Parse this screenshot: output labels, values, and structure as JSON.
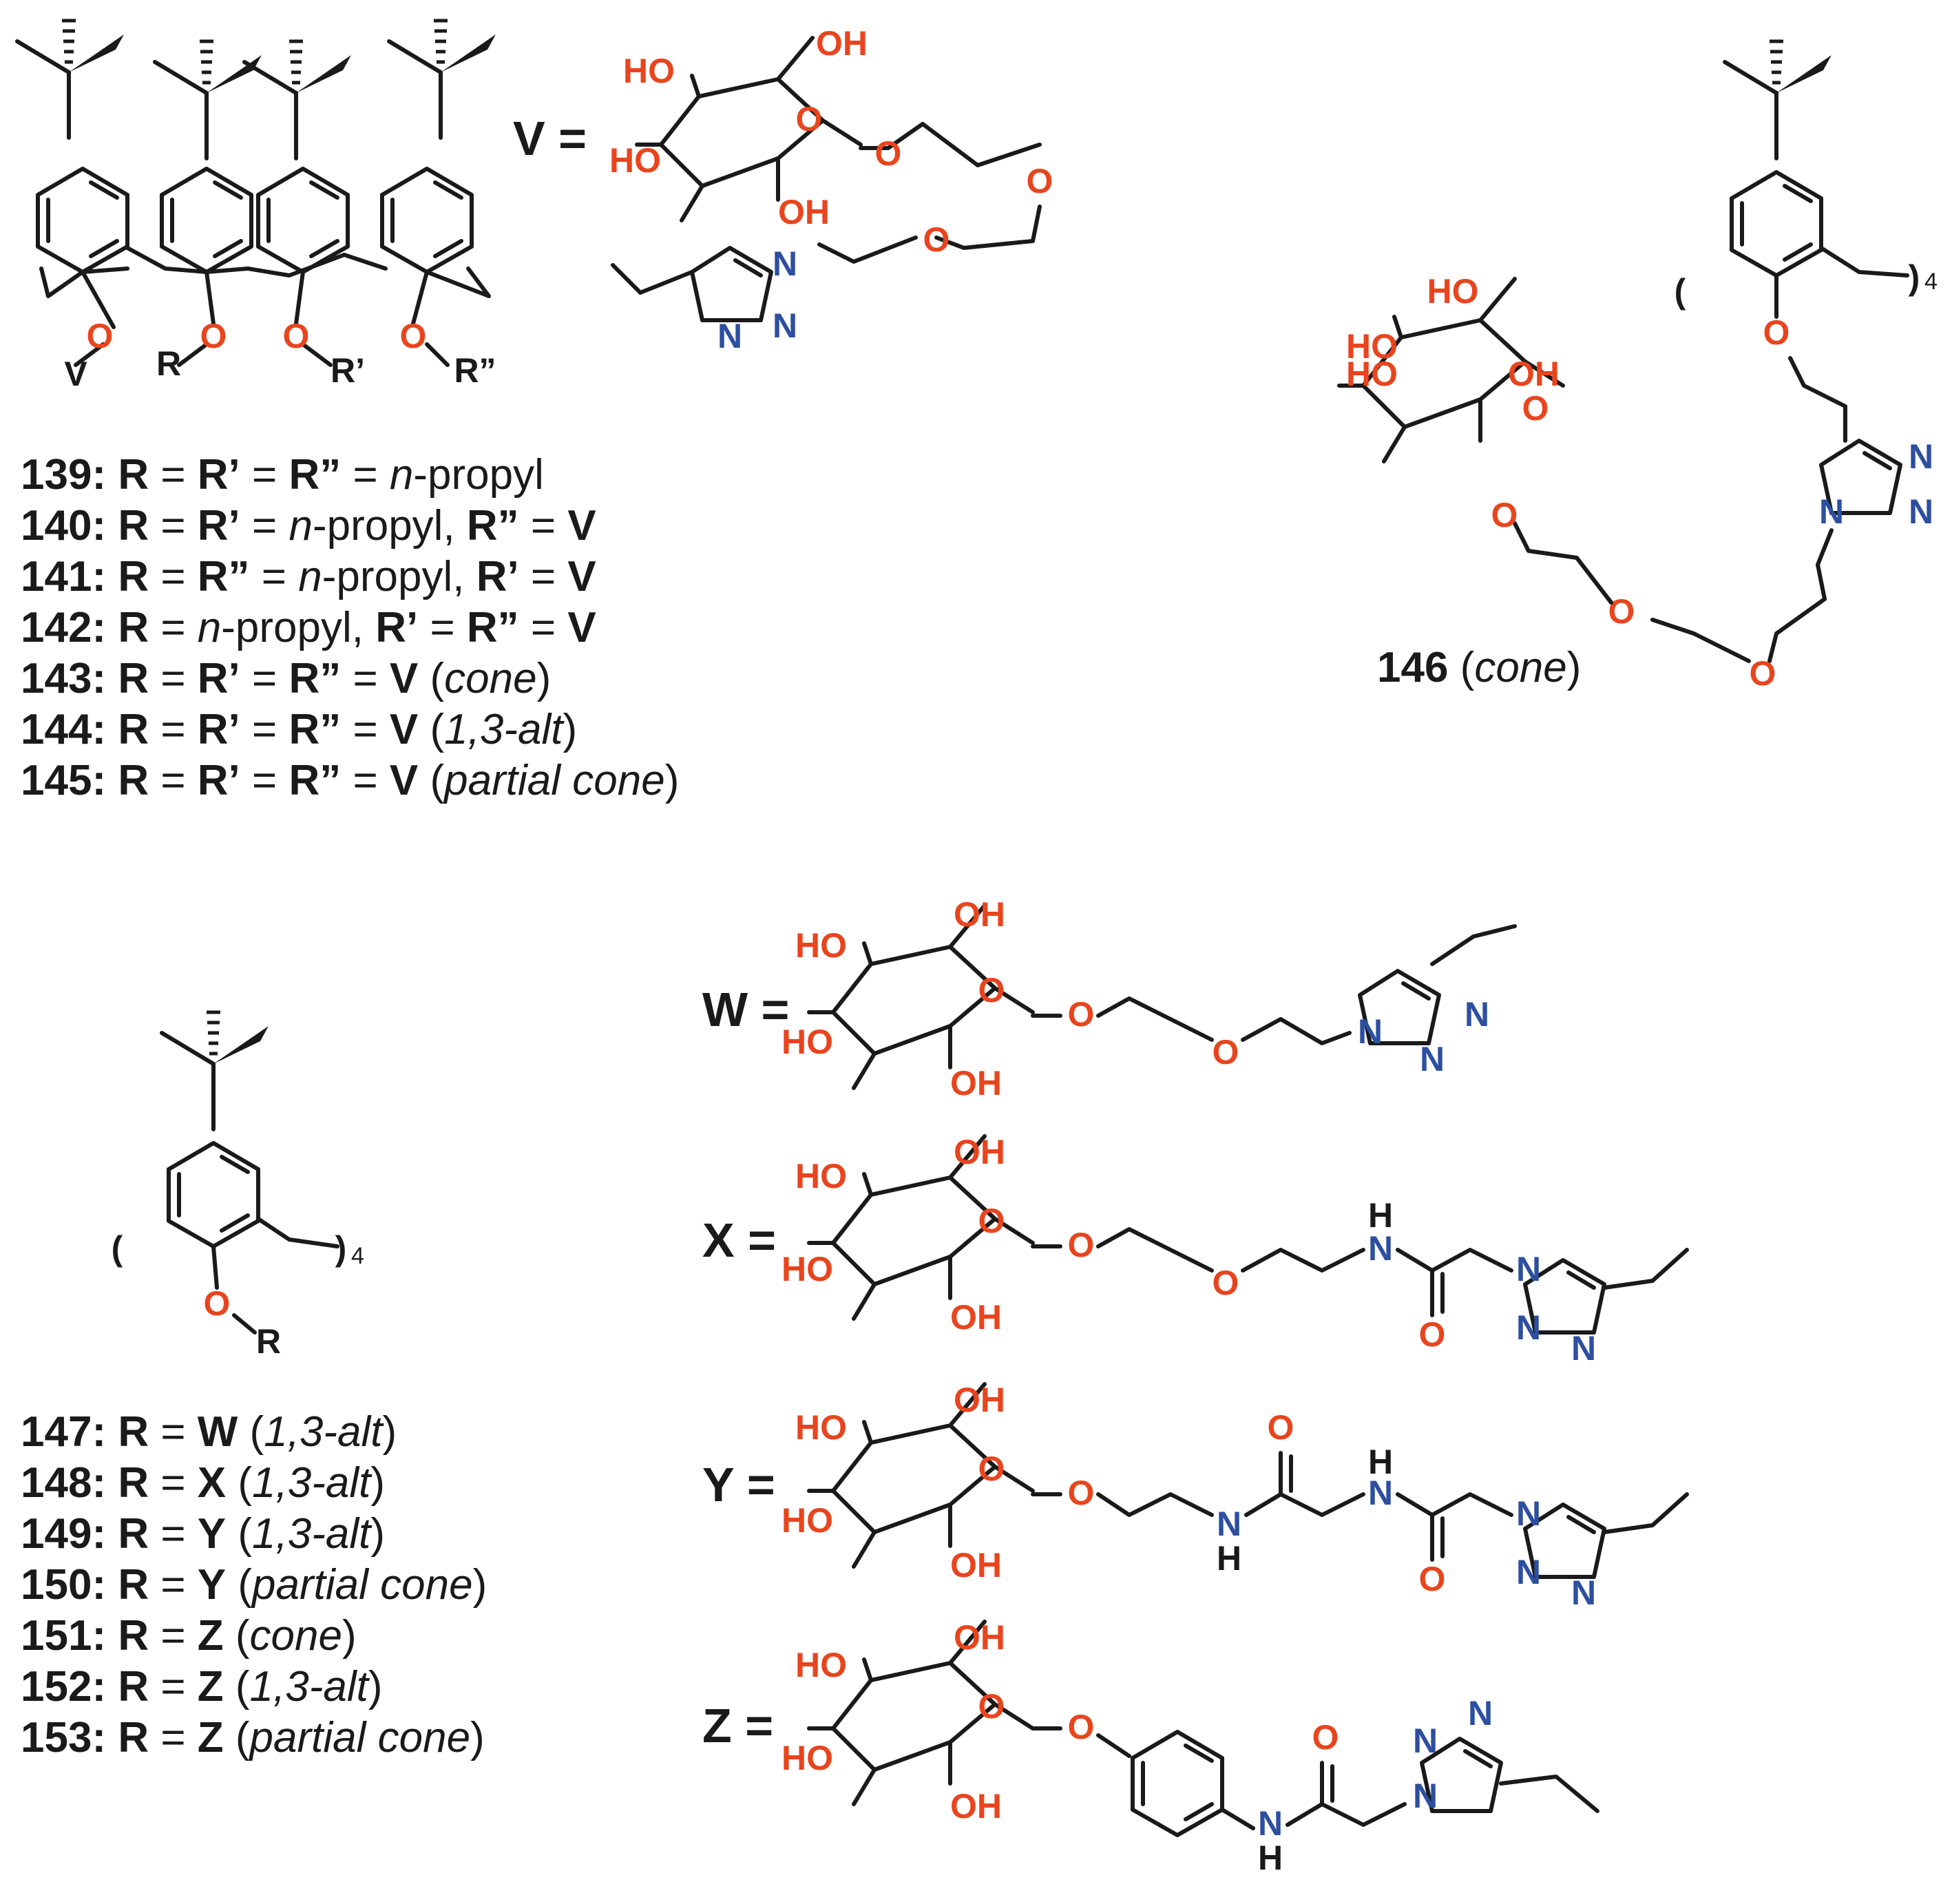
{
  "scheme": {
    "atoms": {
      "hydroxyl": "OH",
      "hydroxyl_left": "HO",
      "oxygen": "O",
      "nitrogen": "N",
      "amide_h": "H"
    },
    "colors": {
      "oxygen": "#e8451e",
      "nitrogen": "#2d4fa0",
      "bond": "#1a1a1a"
    },
    "calixarene_top": {
      "substituents": {
        "v": "V",
        "r": "R",
        "r1": "R’",
        "r2": "R”"
      },
      "v_definition_label": "V ="
    },
    "compound_146": {
      "number": "146",
      "conformation": "cone",
      "repeat": "4"
    },
    "calixarene_bottom": {
      "substituent": "R",
      "repeat": "4"
    },
    "linker_labels": {
      "w": "W =",
      "x": "X =",
      "y": "Y =",
      "z": "Z ="
    },
    "compounds_top": [
      {
        "number": "139:",
        "parts": [
          [
            "b",
            "R"
          ],
          [
            "n",
            " = "
          ],
          [
            "b",
            "R’"
          ],
          [
            "n",
            " = "
          ],
          [
            "b",
            "R”"
          ],
          [
            "n",
            " = "
          ],
          [
            "i",
            "n"
          ],
          [
            "n",
            "-propyl"
          ]
        ]
      },
      {
        "number": "140:",
        "parts": [
          [
            "b",
            "R"
          ],
          [
            "n",
            " = "
          ],
          [
            "b",
            "R’"
          ],
          [
            "n",
            " = "
          ],
          [
            "i",
            "n"
          ],
          [
            "n",
            "-propyl, "
          ],
          [
            "b",
            "R”"
          ],
          [
            "n",
            " = "
          ],
          [
            "b",
            "V"
          ]
        ]
      },
      {
        "number": "141:",
        "parts": [
          [
            "b",
            "R"
          ],
          [
            "n",
            " = "
          ],
          [
            "b",
            "R”"
          ],
          [
            "n",
            " = "
          ],
          [
            "i",
            "n"
          ],
          [
            "n",
            "-propyl, "
          ],
          [
            "b",
            "R’"
          ],
          [
            "n",
            " = "
          ],
          [
            "b",
            "V"
          ]
        ]
      },
      {
        "number": "142:",
        "parts": [
          [
            "b",
            "R"
          ],
          [
            "n",
            " = "
          ],
          [
            "i",
            "n"
          ],
          [
            "n",
            "-propyl, "
          ],
          [
            "b",
            "R’"
          ],
          [
            "n",
            " = "
          ],
          [
            "b",
            "R”"
          ],
          [
            "n",
            " = "
          ],
          [
            "b",
            "V"
          ]
        ]
      },
      {
        "number": "143:",
        "parts": [
          [
            "b",
            "R"
          ],
          [
            "n",
            " = "
          ],
          [
            "b",
            "R’"
          ],
          [
            "n",
            " = "
          ],
          [
            "b",
            "R”"
          ],
          [
            "n",
            " = "
          ],
          [
            "b",
            "V"
          ],
          [
            "n",
            " ("
          ],
          [
            "i",
            "cone"
          ],
          [
            "n",
            ")"
          ]
        ]
      },
      {
        "number": "144:",
        "parts": [
          [
            "b",
            "R"
          ],
          [
            "n",
            " = "
          ],
          [
            "b",
            "R’"
          ],
          [
            "n",
            " = "
          ],
          [
            "b",
            "R”"
          ],
          [
            "n",
            " = "
          ],
          [
            "b",
            "V"
          ],
          [
            "n",
            " ("
          ],
          [
            "i",
            "1,3-alt"
          ],
          [
            "n",
            ")"
          ]
        ]
      },
      {
        "number": "145:",
        "parts": [
          [
            "b",
            "R"
          ],
          [
            "n",
            " = "
          ],
          [
            "b",
            "R’"
          ],
          [
            "n",
            " = "
          ],
          [
            "b",
            "R”"
          ],
          [
            "n",
            " = "
          ],
          [
            "b",
            "V"
          ],
          [
            "n",
            " ("
          ],
          [
            "i",
            "partial cone"
          ],
          [
            "n",
            ")"
          ]
        ]
      }
    ],
    "compounds_bottom": [
      {
        "number": "147:",
        "parts": [
          [
            "b",
            "R"
          ],
          [
            "n",
            " = "
          ],
          [
            "b",
            "W"
          ],
          [
            "n",
            " ("
          ],
          [
            "i",
            "1,3-alt"
          ],
          [
            "n",
            ")"
          ]
        ]
      },
      {
        "number": "148:",
        "parts": [
          [
            "b",
            "R"
          ],
          [
            "n",
            " = "
          ],
          [
            "b",
            "X"
          ],
          [
            "n",
            " ("
          ],
          [
            "i",
            "1,3-alt"
          ],
          [
            "n",
            ")"
          ]
        ]
      },
      {
        "number": "149:",
        "parts": [
          [
            "b",
            "R"
          ],
          [
            "n",
            " = "
          ],
          [
            "b",
            "Y"
          ],
          [
            "n",
            " ("
          ],
          [
            "i",
            "1,3-alt"
          ],
          [
            "n",
            ")"
          ]
        ]
      },
      {
        "number": "150:",
        "parts": [
          [
            "b",
            "R"
          ],
          [
            "n",
            " = "
          ],
          [
            "b",
            "Y"
          ],
          [
            "n",
            " ("
          ],
          [
            "i",
            "partial cone"
          ],
          [
            "n",
            ")"
          ]
        ]
      },
      {
        "number": "151:",
        "parts": [
          [
            "b",
            "R"
          ],
          [
            "n",
            " = "
          ],
          [
            "b",
            "Z"
          ],
          [
            "n",
            " ("
          ],
          [
            "i",
            "cone"
          ],
          [
            "n",
            ")"
          ]
        ]
      },
      {
        "number": "152:",
        "parts": [
          [
            "b",
            "R"
          ],
          [
            "n",
            " = "
          ],
          [
            "b",
            "Z"
          ],
          [
            "n",
            " ("
          ],
          [
            "i",
            "1,3-alt"
          ],
          [
            "n",
            ")"
          ]
        ]
      },
      {
        "number": "153:",
        "parts": [
          [
            "b",
            "R"
          ],
          [
            "n",
            " = "
          ],
          [
            "b",
            "Z"
          ],
          [
            "n",
            " ("
          ],
          [
            "i",
            "partial cone"
          ],
          [
            "n",
            ")"
          ]
        ]
      }
    ]
  }
}
